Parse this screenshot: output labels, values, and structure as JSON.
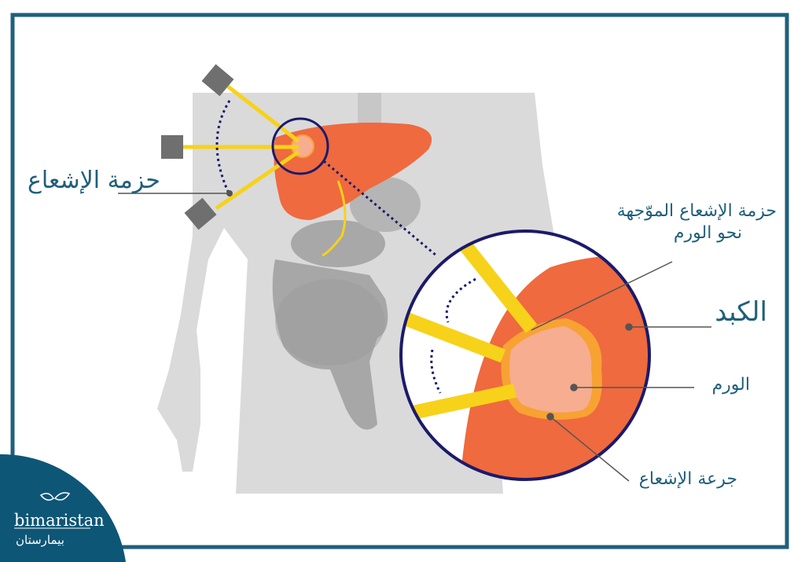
{
  "labels": {
    "beam": "حزمة الإشعاع",
    "targeted_beam_line1": "حزمة الإشعاع الموّجهة",
    "targeted_beam_line2": "نحو الورم",
    "liver": "الكبد",
    "tumor": "الورم",
    "dose": "جرعة الإشعاع"
  },
  "logo": {
    "name_latin": "bimaristan",
    "name_arabic": "بيمارستان"
  },
  "colors": {
    "frame": "#1f5f7c",
    "logo_bg": "#0e5676",
    "body": "#d9d9d9",
    "organs": "#a9a9a9",
    "liver": "#ef6a3e",
    "tumor": "#f6ad90",
    "dose_ring": "#f7a233",
    "beam": "#f7d21a",
    "zoom_circle": "#1b1a6b"
  }
}
